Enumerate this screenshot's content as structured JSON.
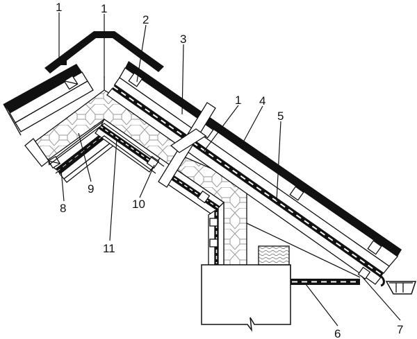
{
  "callouts": [
    {
      "id": "ridge-cap",
      "text": "1"
    },
    {
      "id": "ridge-apex",
      "text": "1"
    },
    {
      "id": "batten",
      "text": "2"
    },
    {
      "id": "roof-board",
      "text": "3"
    },
    {
      "id": "lath-1",
      "text": "1"
    },
    {
      "id": "roofing",
      "text": "4"
    },
    {
      "id": "membrane",
      "text": "5"
    },
    {
      "id": "eaves-board",
      "text": "6"
    },
    {
      "id": "gutter",
      "text": "7"
    },
    {
      "id": "lining",
      "text": "8"
    },
    {
      "id": "insulation",
      "text": "9"
    },
    {
      "id": "vapour-barrier",
      "text": "10"
    },
    {
      "id": "rafter",
      "text": "11"
    }
  ]
}
